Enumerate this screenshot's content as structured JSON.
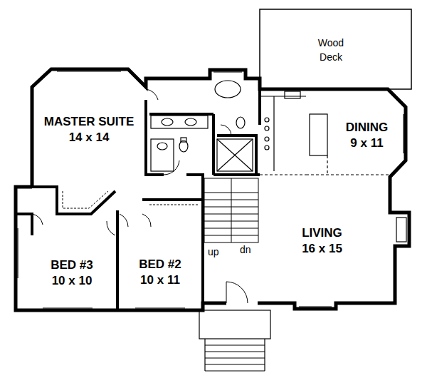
{
  "diagram": {
    "nodes": [
      {
        "text": [
          "Wood Deck"
        ]
      },
      {
        "text": [
          "MASTER SUITE",
          "14 x 14"
        ]
      },
      {
        "text": [
          "DINING",
          "9 x 11"
        ]
      },
      {
        "text": [
          "LIVING",
          "16 x 15"
        ]
      },
      {
        "text": [
          "BED #3",
          "10 x 10"
        ]
      },
      {
        "text": [
          "BED #2",
          "10 x 11"
        ]
      }
    ],
    "labels": [
      "up",
      "dn"
    ]
  }
}
